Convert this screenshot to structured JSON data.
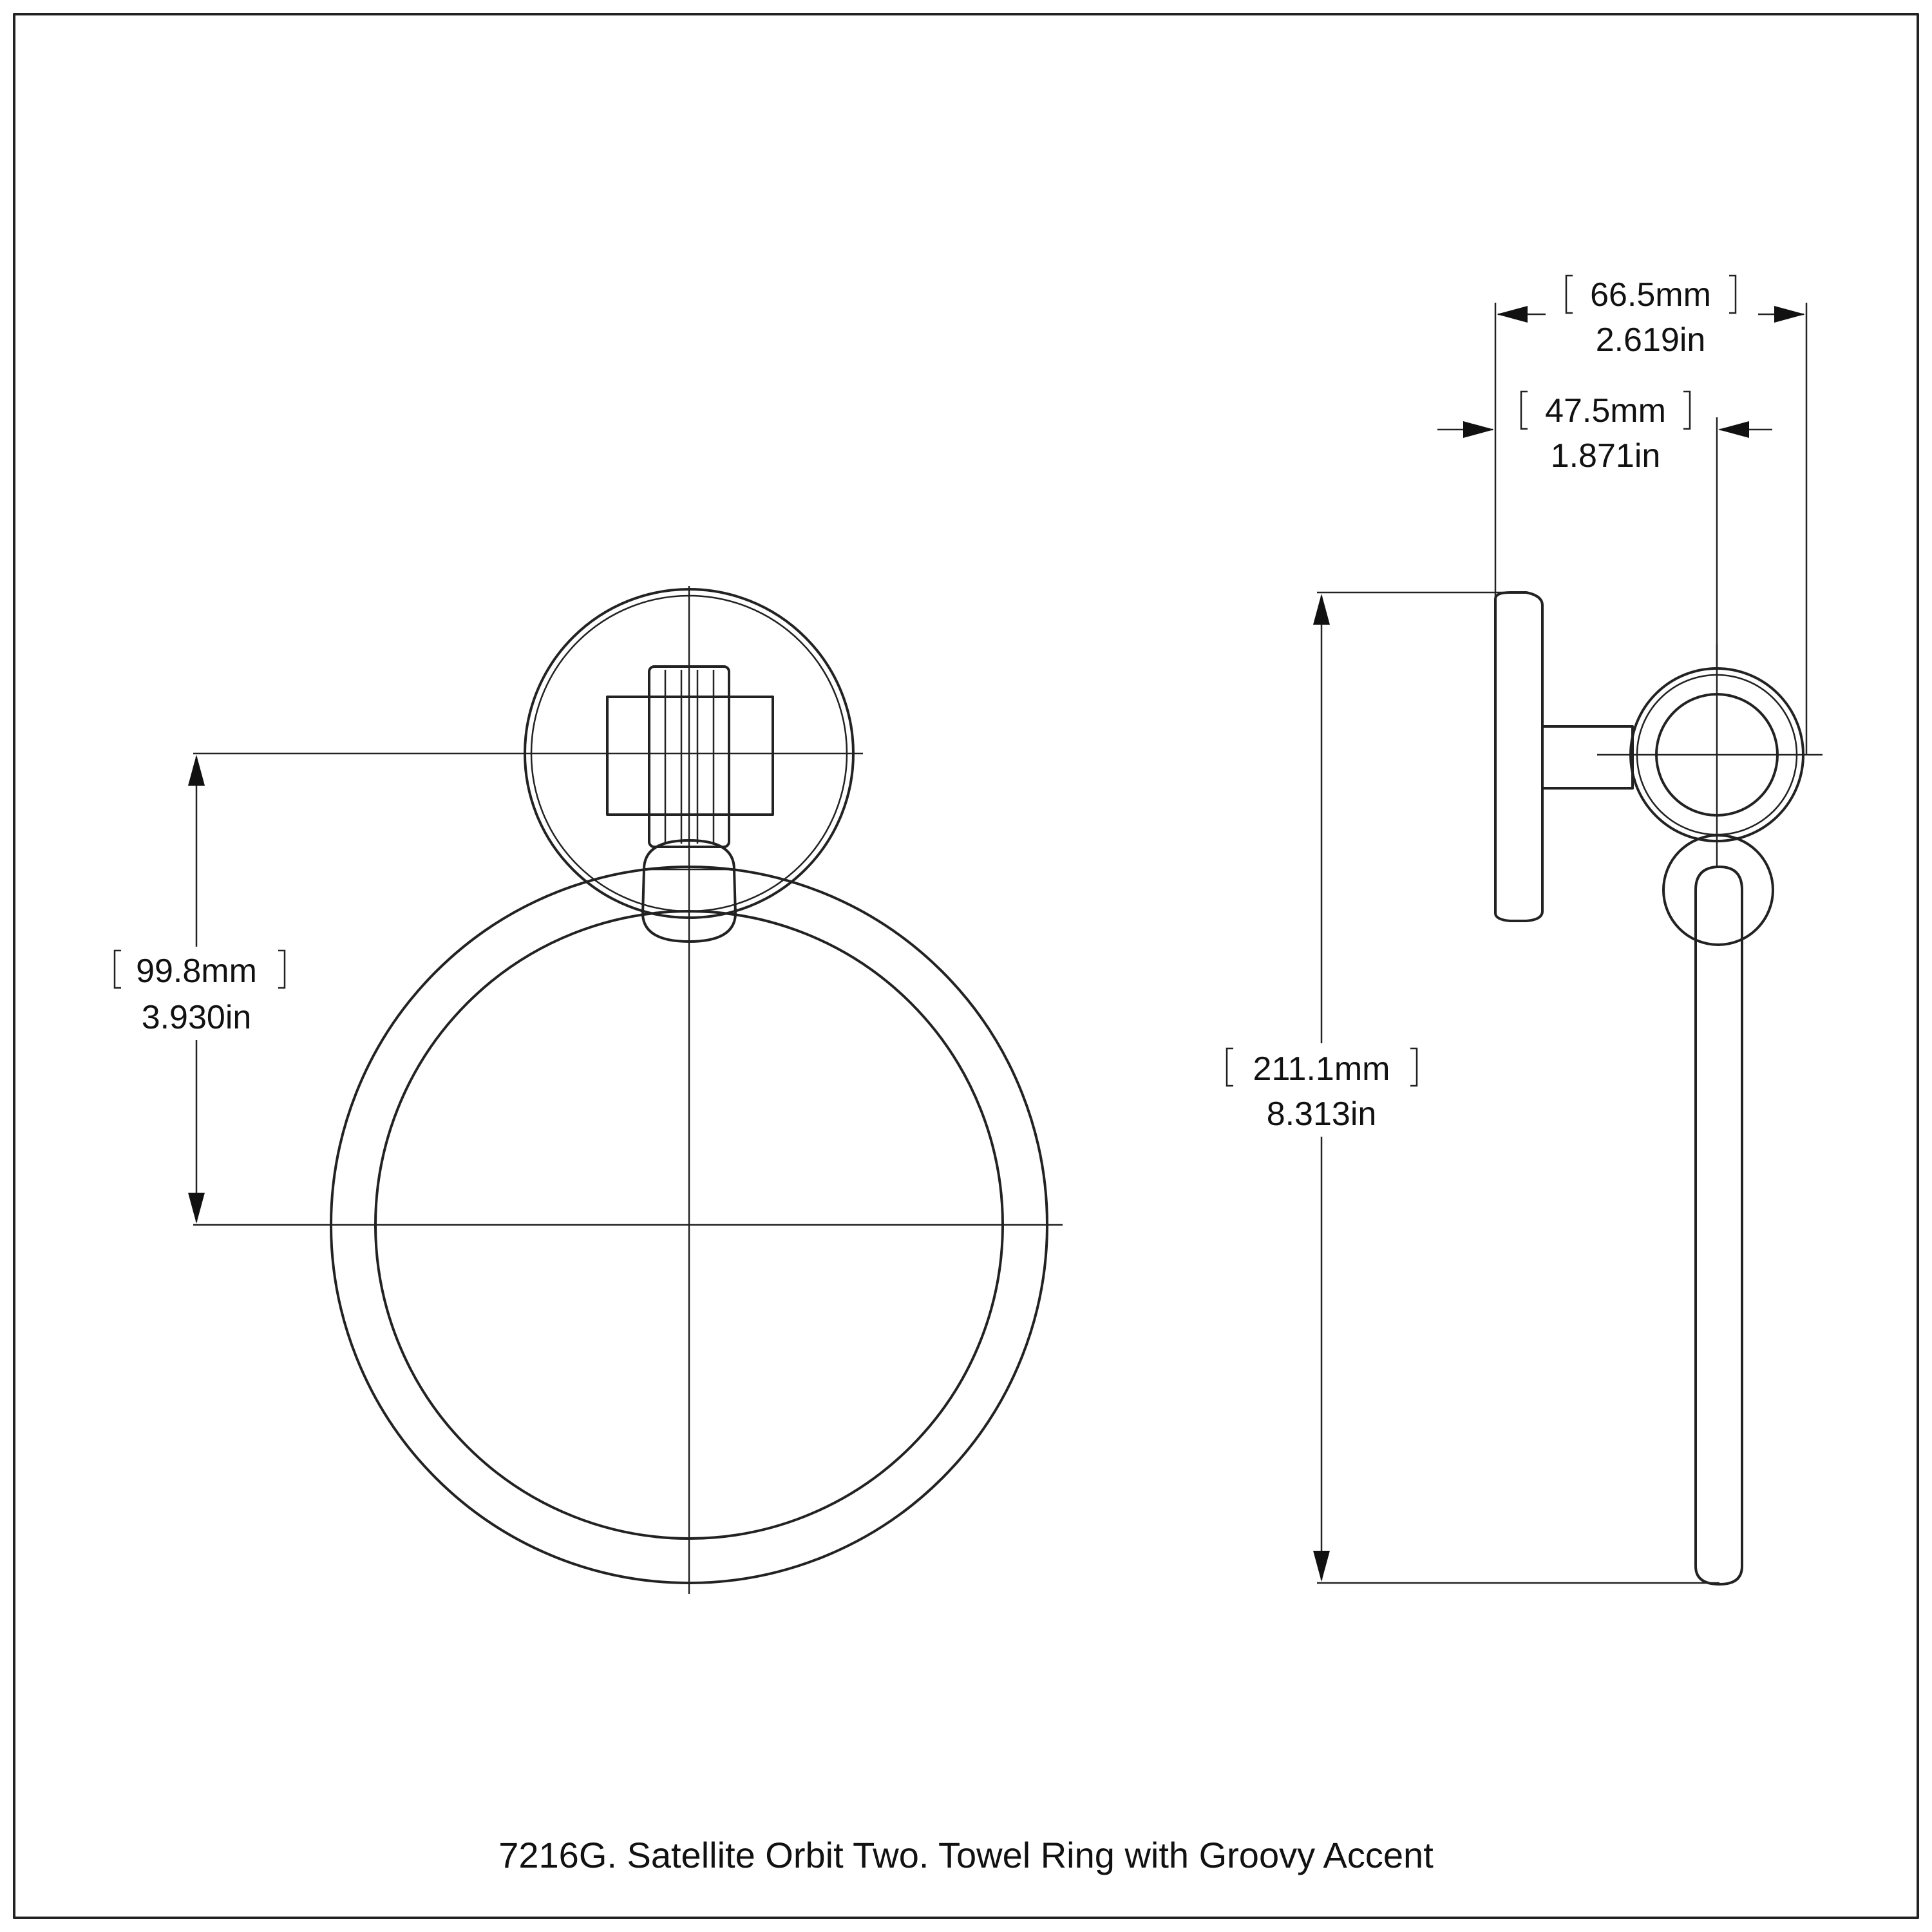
{
  "caption": "7216G. Satellite Orbit Two. Towel Ring with Groovy Accent",
  "dimensions": {
    "ring_center_height": {
      "mm": "99.8mm",
      "in": "3.930in"
    },
    "overall_height": {
      "mm": "211.1mm",
      "in": "8.313in"
    },
    "overall_projection": {
      "mm": "66.5mm",
      "in": "2.619in"
    },
    "post_projection": {
      "mm": "47.5mm",
      "in": "1.871in"
    }
  },
  "colors": {
    "line": "#222222",
    "background": "#ffffff"
  }
}
